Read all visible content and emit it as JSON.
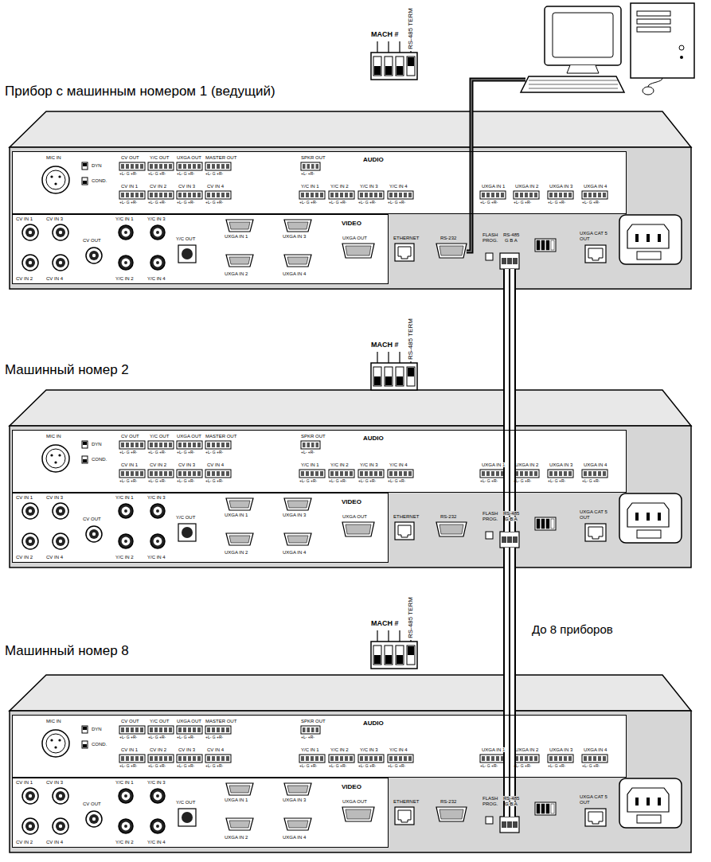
{
  "diagram": {
    "nodes": [
      {
        "text": [
          "Прибор с машинным номером 1 (ведущий)"
        ]
      },
      {
        "text": [
          "AUDIO"
        ],
        "in": 0
      },
      {
        "text": [
          "VIDEO"
        ],
        "in": 0
      },
      {
        "text": [
          "Машинный номер 2"
        ]
      },
      {
        "text": [
          "AUDIO"
        ],
        "in": 3
      },
      {
        "text": [
          "VIDEO"
        ],
        "in": 3
      },
      {
        "text": [
          "Машинный номер 8"
        ]
      },
      {
        "text": [
          "AUDIO"
        ],
        "in": 6
      },
      {
        "text": [
          "VIDEO"
        ],
        "in": 6
      }
    ],
    "edges": [
      {
        "from": 0,
        "to": 3,
        "arrow": "none"
      },
      {
        "from": 3,
        "to": 6,
        "arrow": "none"
      }
    ],
    "labels": [
      "MACH #",
      "RS-485 TERM",
      "MIC IN",
      "DYN",
      "COND.",
      "CV OUT",
      "Y/C OUT",
      "UXGA OUT",
      "MASTER OUT",
      "+L- G +R-",
      "+L- G +R-",
      "+L- G +R-",
      "+L- G +R-",
      "SPKR OUT",
      "+L- +R-",
      "CV IN 1",
      "CV IN 2",
      "CV IN 3",
      "CV IN 4",
      "Y/C IN 1",
      "Y/C IN 2",
      "Y/C IN 3",
      "Y/C IN 4",
      "UXGA IN 1",
      "UXGA IN 2",
      "UXGA IN 3",
      "UXGA IN 4",
      "+L- G +R-",
      "+L- G +R-",
      "+L- G +R-",
      "+L- G +R-",
      "+L- G +R-",
      "+L- G +R-",
      "+L- G +R-",
      "+L- G +R-",
      "+L- G +R-",
      "+L- G +R-",
      "+L- G +R-",
      "+L- G +R-",
      "CV IN 1",
      "CV IN 3",
      "CV IN 2",
      "CV IN 4",
      "CV OUT",
      "Y/C IN 1",
      "Y/C IN 3",
      "Y/C IN 2",
      "Y/C IN 4",
      "Y/C OUT",
      "UXGA IN 1",
      "UXGA IN 3",
      "UXGA IN 2",
      "UXGA IN 4",
      "UXGA OUT",
      "ETHERNET",
      "RS-232",
      "FLASH PROG.",
      "RS-485",
      "G B A",
      "UXGA CAT 5 OUT",
      "MACH #",
      "RS-485 TERM",
      "MIC IN",
      "DYN",
      "COND.",
      "CV OUT",
      "Y/C OUT",
      "UXGA OUT",
      "MASTER OUT",
      "+L- G +R-",
      "+L- G +R-",
      "+L- G +R-",
      "+L- G +R-",
      "SPKR OUT",
      "+L- +R-",
      "CV IN 1",
      "CV IN 2",
      "CV IN 3",
      "CV IN 4",
      "Y/C IN 1",
      "Y/C IN 2",
      "Y/C IN 3",
      "Y/C IN 4",
      "UXGA IN 1",
      "UXGA IN 2",
      "UXGA IN 3",
      "UXGA IN 4",
      "+L- G +R-",
      "+L- G +R-",
      "+L- G +R-",
      "+L- G +R-",
      "+L- G +R-",
      "+L- G +R-",
      "+L- G +R-",
      "+L- G +R-",
      "+L- G +R-",
      "+L- G +R-",
      "+L- G +R-",
      "+L- G +R-",
      "CV IN 1",
      "CV IN 3",
      "CV IN 2",
      "CV IN 4",
      "CV OUT",
      "Y/C IN 1",
      "Y/C IN 3",
      "Y/C IN 2",
      "Y/C IN 4",
      "Y/C OUT",
      "UXGA IN 1",
      "UXGA IN 3",
      "UXGA IN 2",
      "UXGA IN 4",
      "UXGA OUT",
      "ETHERNET",
      "RS-232",
      "FLASH PROG.",
      "RS-485",
      "G B A",
      "UXGA CAT 5 OUT",
      "MACH #",
      "RS-485 TERM",
      "MIC IN",
      "DYN",
      "COND.",
      "CV OUT",
      "Y/C OUT",
      "UXGA OUT",
      "MASTER OUT",
      "+L- G +R-",
      "+L- G +R-",
      "+L- G +R-",
      "+L- G +R-",
      "SPKR OUT",
      "+L- +R-",
      "CV IN 1",
      "CV IN 2",
      "CV IN 3",
      "CV IN 4",
      "Y/C IN 1",
      "Y/C IN 2",
      "Y/C IN 3",
      "Y/C IN 4",
      "UXGA IN 1",
      "UXGA IN 2",
      "UXGA IN 3",
      "UXGA IN 4",
      "+L- G +R-",
      "+L- G +R-",
      "+L- G +R-",
      "+L- G +R-",
      "+L- G +R-",
      "+L- G +R-",
      "+L- G +R-",
      "+L- G +R-",
      "+L- G +R-",
      "+L- G +R-",
      "+L- G +R-",
      "+L- G +R-",
      "CV IN 1",
      "CV IN 3",
      "CV IN 2",
      "CV IN 4",
      "CV OUT",
      "Y/C IN 1",
      "Y/C IN 3",
      "Y/C IN 2",
      "Y/C IN 4",
      "Y/C OUT",
      "UXGA IN 1",
      "UXGA IN 3",
      "UXGA IN 2",
      "UXGA IN 4",
      "UXGA OUT",
      "ETHERNET",
      "RS-232",
      "FLASH PROG.",
      "RS-485",
      "G B A",
      "UXGA CAT 5 OUT",
      "До 8 приборов"
    ]
  }
}
